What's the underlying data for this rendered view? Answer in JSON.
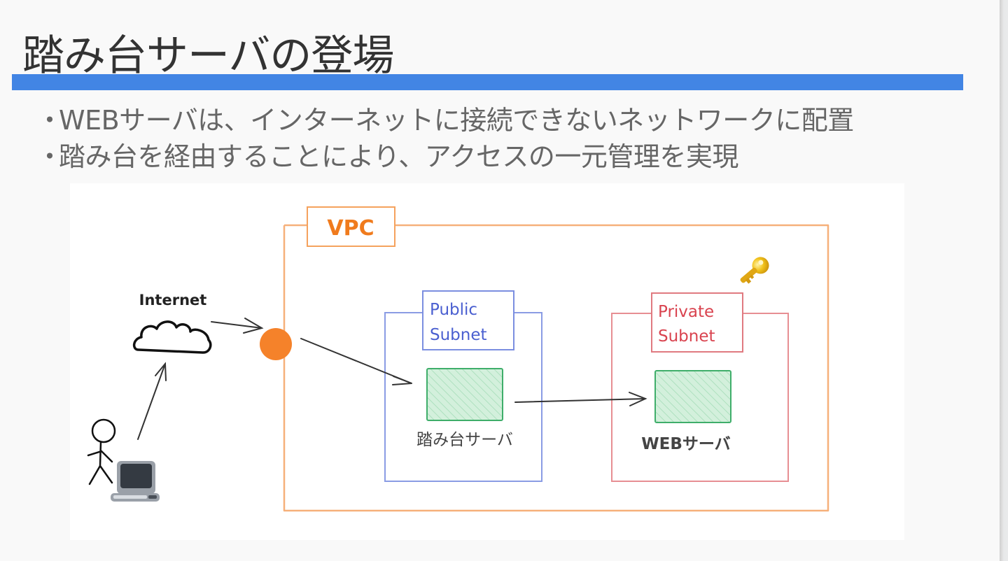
{
  "slide": {
    "title": "踏み台サーバの登場",
    "accent_color": "#4285e4",
    "bullets": [
      {
        "marker": "・",
        "text": "WEBサーバは、インターネットに接続できないネットワークに配置"
      },
      {
        "marker": "・",
        "text": "踏み台を経由することにより、アクセスの一元管理を実現"
      }
    ]
  },
  "diagram": {
    "internet_label": "Internet",
    "vpc_label": "VPC",
    "public_subnet_label_line1": "Public",
    "public_subnet_label_line2": "Subnet",
    "private_subnet_label_line1": "Private",
    "private_subnet_label_line2": "Subnet",
    "bastion_label": "踏み台サーバ",
    "web_server_label": "WEBサーバ",
    "colors": {
      "vpc": "#f5a25d",
      "vpc_text": "#f07b1d",
      "gateway": "#f5822a",
      "public": "#7b8ee0",
      "public_text": "#4a5fd0",
      "private": "#e07a80",
      "private_text": "#d9434f",
      "server_fill": "#c9ecd4",
      "server_stroke": "#3fae6a",
      "key": "#e8b418"
    }
  }
}
